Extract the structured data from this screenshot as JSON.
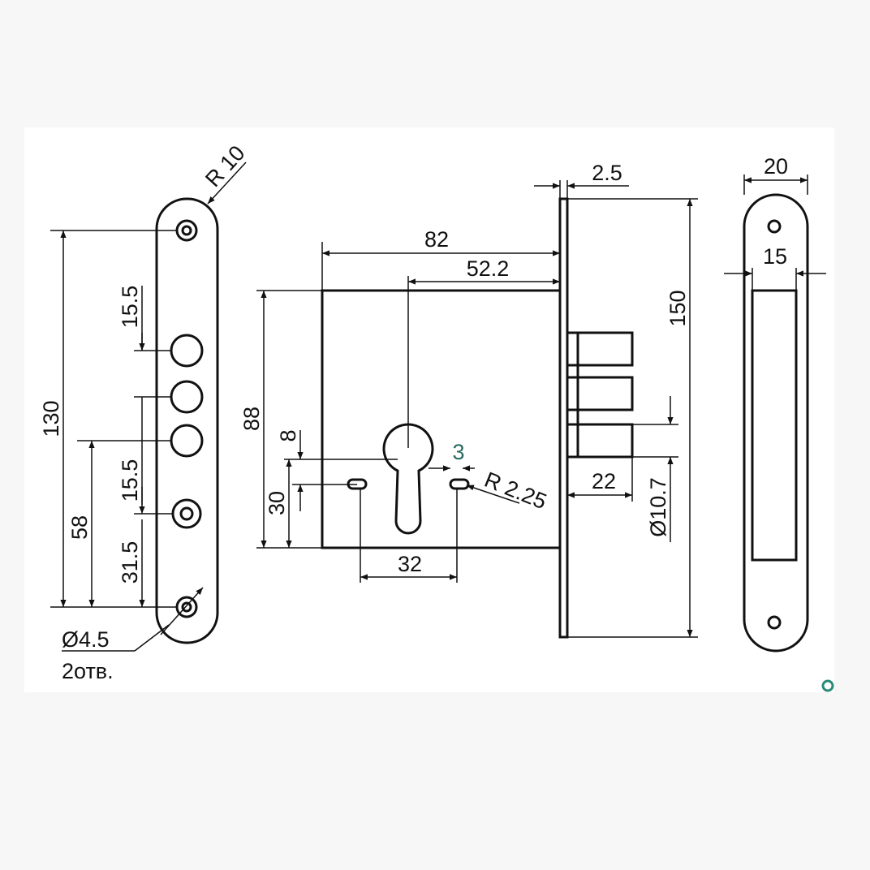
{
  "colors": {
    "line": "#111111",
    "background": "#ffffff",
    "page": "#f7f7f7",
    "accent": "#2a8a7a"
  },
  "front_plate": {
    "radius": "R 10",
    "overall_hole_spacing": "130",
    "top_spacing": "15.5",
    "lower_spacing": "15.5",
    "height_58": "58",
    "height_31_5": "31.5",
    "hole_diameter": "Ø4.5",
    "hole_count": "2отв."
  },
  "lock_body": {
    "backset_total": "82",
    "backset_cylinder": "52.2",
    "body_height": "88",
    "faceplate_thickness": "2.5",
    "faceplate_height": "150",
    "cylinder_offset": "8",
    "bottom_offset": "30",
    "slot_width": "3",
    "slot_radius": "R 2.25",
    "slot_spacing": "32",
    "bolt_projection": "22",
    "bolt_diameter": "Ø10.7"
  },
  "strike_plate": {
    "width": "20",
    "inner_width": "15"
  }
}
